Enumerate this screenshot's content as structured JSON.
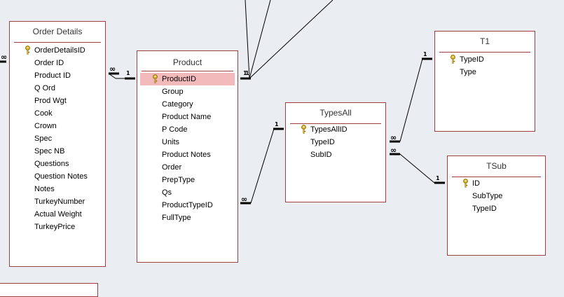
{
  "tables": {
    "order_details": {
      "title": "Order Details",
      "fields": [
        "OrderDetailsID",
        "Order ID",
        "Product ID",
        "Q Ord",
        "Prod Wgt",
        "Cook",
        "Crown",
        "Spec",
        "Spec NB",
        "Questions",
        "Question Notes",
        "Notes",
        "TurkeyNumber",
        "Actual Weight",
        "TurkeyPrice"
      ]
    },
    "product": {
      "title": "Product",
      "fields": [
        "ProductID",
        "Group",
        "Category",
        "Product Name",
        "P Code",
        "Units",
        "Product Notes",
        "Order",
        "PrepType",
        "Qs",
        "ProductTypeID",
        "FullType"
      ]
    },
    "types_all": {
      "title": "TypesAll",
      "fields": [
        "TypesAllID",
        "TypeID",
        "SubID"
      ]
    },
    "t1": {
      "title": "T1",
      "fields": [
        "TypeID",
        "Type"
      ]
    },
    "tsub": {
      "title": "TSub",
      "fields": [
        "ID",
        "SubType",
        "TypeID"
      ]
    }
  },
  "relationships": {
    "one": "1",
    "many": "∞"
  },
  "colors": {
    "table_border": "#a03f40",
    "selected_field": "#f3babc",
    "key_icon": "#d8b020",
    "canvas": "#eaedf1"
  }
}
